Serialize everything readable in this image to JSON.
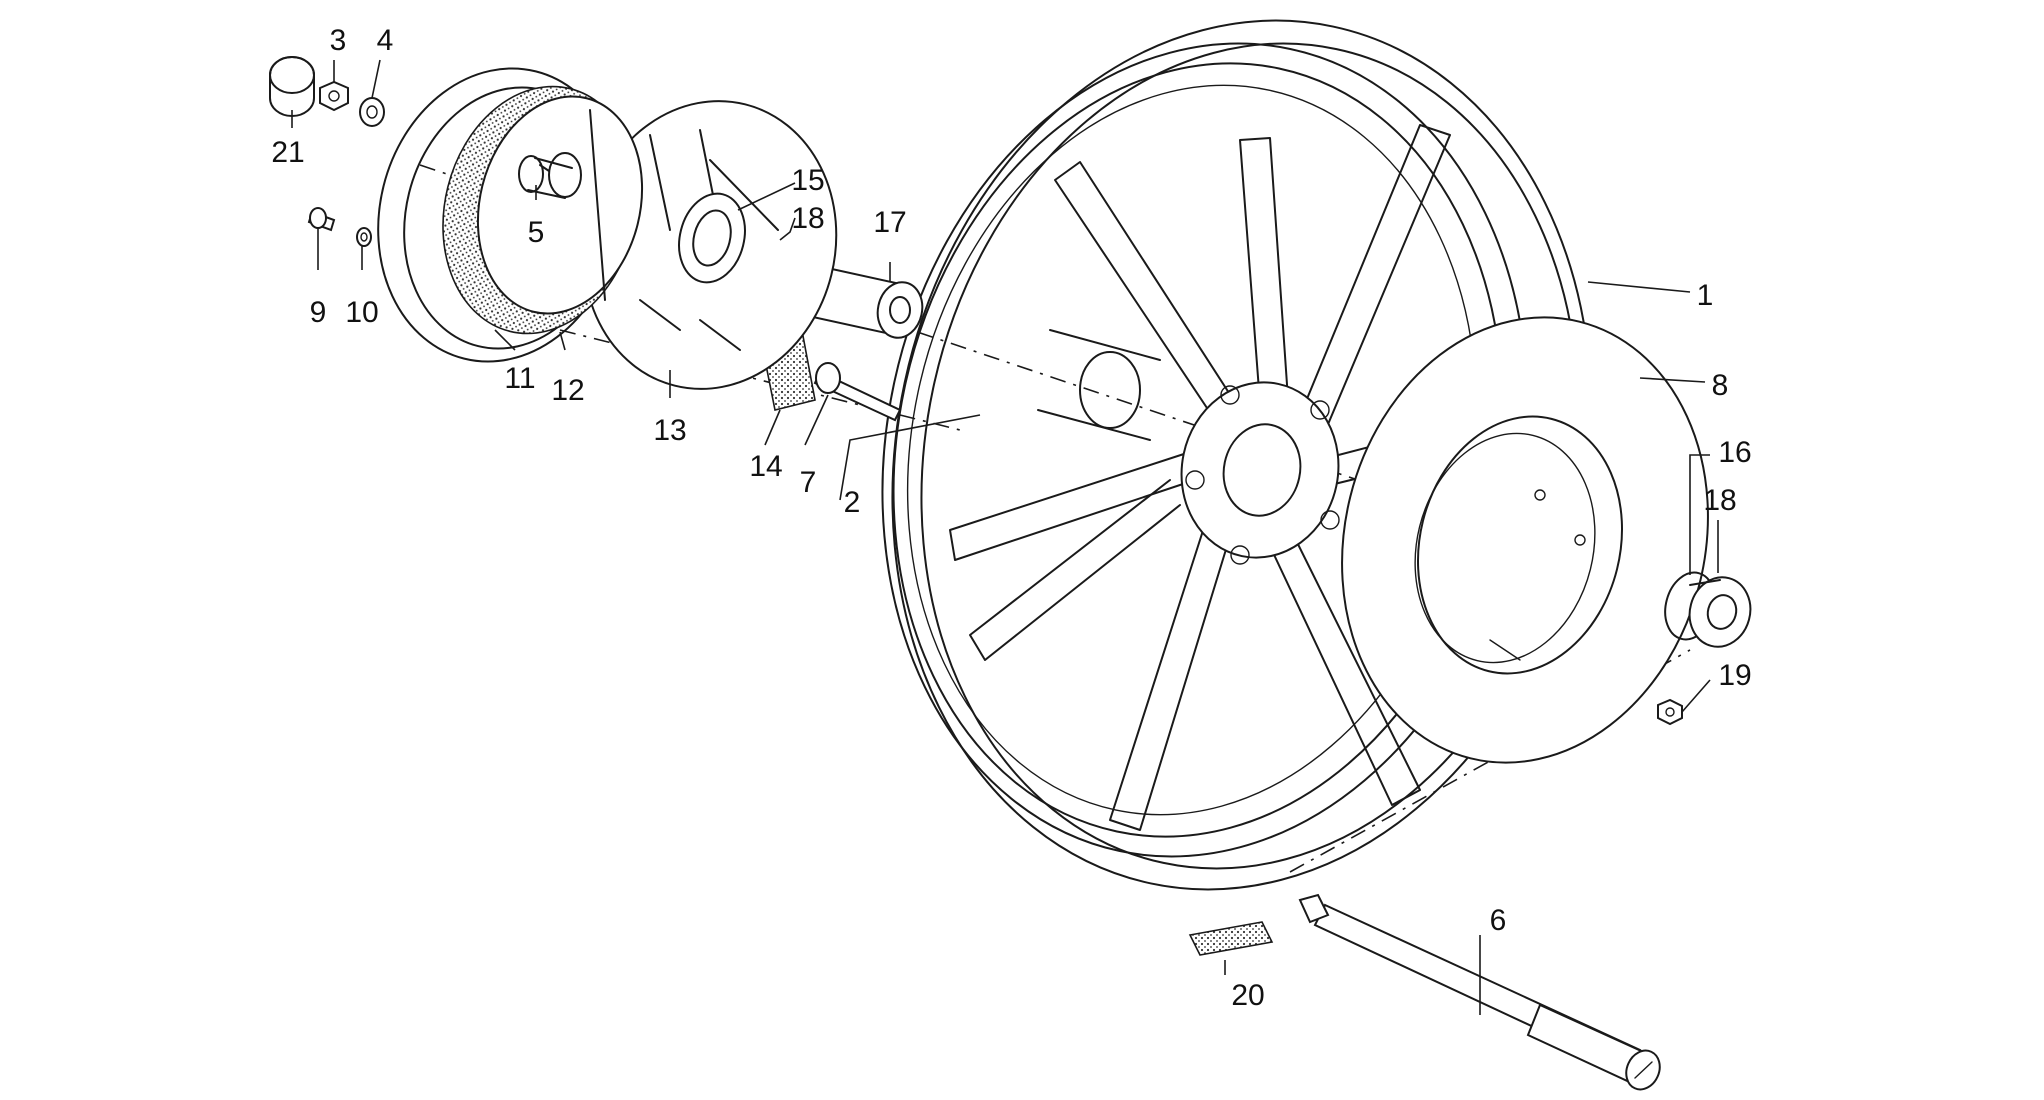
{
  "diagram": {
    "part_labels": {
      "p1": "1",
      "p2": "2",
      "p3": "3",
      "p4": "4",
      "p5": "5",
      "p6": "6",
      "p7": "7",
      "p8": "8",
      "p9": "9",
      "p10": "10",
      "p11": "11",
      "p12": "12",
      "p13": "13",
      "p14": "14",
      "p15": "15",
      "p16": "16",
      "p17": "17",
      "p18a": "18",
      "p18b": "18",
      "p19": "19",
      "p20": "20",
      "p21": "21"
    }
  }
}
